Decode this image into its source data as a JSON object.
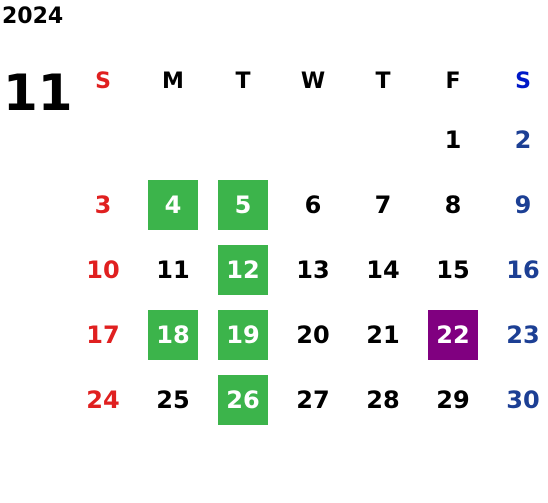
{
  "calendar": {
    "year": "2024",
    "month": "11",
    "weekdays": [
      "S",
      "M",
      "T",
      "W",
      "T",
      "F",
      "S"
    ],
    "colors": {
      "sunday": "#e02020",
      "saturday_header": "#0018c8",
      "saturday": "#1c3f94",
      "weekday": "#000000",
      "highlight_green": "#3cb44b",
      "highlight_purple": "#800080"
    },
    "weeks": [
      [
        {
          "day": ""
        },
        {
          "day": ""
        },
        {
          "day": ""
        },
        {
          "day": ""
        },
        {
          "day": ""
        },
        {
          "day": "1"
        },
        {
          "day": "2"
        }
      ],
      [
        {
          "day": "3"
        },
        {
          "day": "4",
          "highlight": "green"
        },
        {
          "day": "5",
          "highlight": "green"
        },
        {
          "day": "6"
        },
        {
          "day": "7"
        },
        {
          "day": "8"
        },
        {
          "day": "9"
        }
      ],
      [
        {
          "day": "10"
        },
        {
          "day": "11"
        },
        {
          "day": "12",
          "highlight": "green"
        },
        {
          "day": "13"
        },
        {
          "day": "14"
        },
        {
          "day": "15"
        },
        {
          "day": "16"
        }
      ],
      [
        {
          "day": "17"
        },
        {
          "day": "18",
          "highlight": "green"
        },
        {
          "day": "19",
          "highlight": "green"
        },
        {
          "day": "20"
        },
        {
          "day": "21"
        },
        {
          "day": "22",
          "highlight": "purple"
        },
        {
          "day": "23"
        }
      ],
      [
        {
          "day": "24"
        },
        {
          "day": "25"
        },
        {
          "day": "26",
          "highlight": "green"
        },
        {
          "day": "27"
        },
        {
          "day": "28"
        },
        {
          "day": "29"
        },
        {
          "day": "30"
        }
      ]
    ]
  }
}
